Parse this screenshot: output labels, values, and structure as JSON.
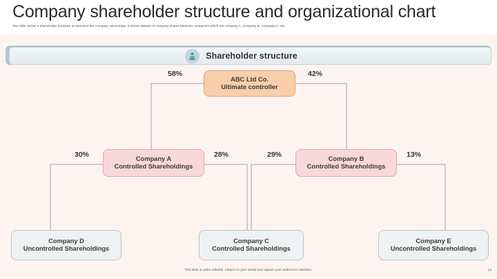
{
  "header": {
    "title": "Company shareholder structure and organizational chart",
    "subtitle": "The slide carries a shareholder structure to represent the company ownerships. It shows division of company shares between companies which are company A, Company B, Company C, etc."
  },
  "banner": {
    "label": "Shareholder structure",
    "icon": "people-group-icon",
    "bg_color": "#e3ebec",
    "border_color": "#c4d6d8",
    "icon_bg_color": "#bcd7da"
  },
  "chart_data": {
    "type": "diagram",
    "title": "Shareholder structure",
    "nodes": [
      {
        "id": "abc",
        "line1": "ABC Ltd Co.",
        "line2": "Ultimate controller",
        "level": "root",
        "fill": "#f9ceab",
        "stroke": "#e2a071"
      },
      {
        "id": "a",
        "line1": "Company A",
        "line2": "Controlled Shareholdings",
        "level": "mid",
        "fill": "#f8d8d8",
        "stroke": "#e0a8ac"
      },
      {
        "id": "b",
        "line1": "Company B",
        "line2": "Controlled Shareholdings",
        "level": "mid",
        "fill": "#f8d8d8",
        "stroke": "#e0a8ac"
      },
      {
        "id": "d",
        "line1": "Company D",
        "line2": "Uncontrolled Shareholdings",
        "level": "leaf",
        "fill": "#eef2f3",
        "stroke": "#b9c6ca"
      },
      {
        "id": "c",
        "line1": "Company C",
        "line2": "Controlled Shareholdings",
        "level": "leaf",
        "fill": "#eef2f3",
        "stroke": "#b9c6ca"
      },
      {
        "id": "e",
        "line1": "Company E",
        "line2": "Uncontrolled Shareholdings",
        "level": "leaf",
        "fill": "#eef2f3",
        "stroke": "#b9c6ca"
      }
    ],
    "edges": [
      {
        "from": "abc",
        "to": "a",
        "label": "58%"
      },
      {
        "from": "abc",
        "to": "b",
        "label": "42%"
      },
      {
        "from": "a",
        "to": "d",
        "label": "30%"
      },
      {
        "from": "a",
        "to": "c",
        "label": "28%"
      },
      {
        "from": "b",
        "to": "c",
        "label": "29%"
      },
      {
        "from": "b",
        "to": "e",
        "label": "13%"
      }
    ]
  },
  "footer": {
    "note": "This slide is 100% editable. Adapt it to your needs and capture your audience's attention.",
    "page_number": "14"
  }
}
